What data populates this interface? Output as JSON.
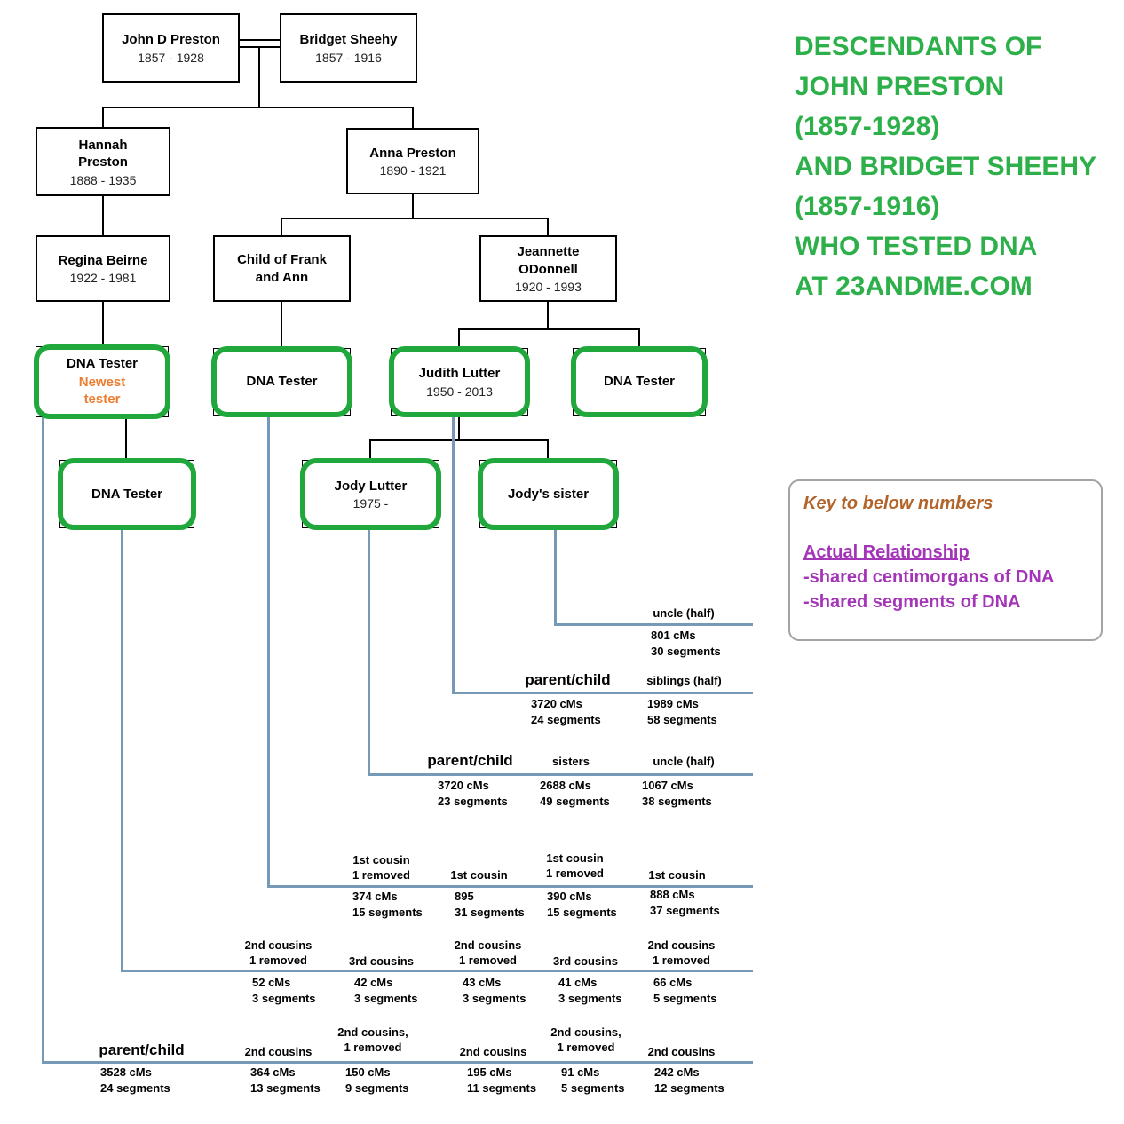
{
  "title": {
    "text": "DESCENDANTS OF\nJOHN PRESTON\n(1857-1928)\nAND BRIDGET SHEEHY\n(1857-1916)\nWHO TESTED DNA\nAT 23ANDME.COM",
    "color": "#2db04a"
  },
  "key": {
    "heading": "Key to below numbers",
    "relationship": "Actual Relationship",
    "items": [
      "-shared centimorgans of DNA",
      "-shared segments of DNA"
    ],
    "heading_color": "#b2652b",
    "text_color": "#a435b8"
  },
  "people": [
    {
      "name": "John D Preston",
      "dates": "1857 - 1928"
    },
    {
      "name": "Bridget Sheehy",
      "dates": "1857 - 1916"
    },
    {
      "name": "Hannah\nPreston",
      "dates": "1888 - 1935"
    },
    {
      "name": "Anna Preston",
      "dates": "1890 - 1921"
    },
    {
      "name": "Regina Beirne",
      "dates": "1922 - 1981"
    },
    {
      "name": "Child of Frank\nand Ann",
      "dates": ""
    },
    {
      "name": "Jeannette\nODonnell",
      "dates": "1920 - 1993"
    },
    {
      "name": "DNA Tester",
      "note": "Newest\ntester"
    },
    {
      "name": "DNA Tester"
    },
    {
      "name": "Judith Lutter",
      "dates": "1950 - 2013"
    },
    {
      "name": "DNA Tester"
    },
    {
      "name": "DNA Tester"
    },
    {
      "name": "Jody Lutter",
      "dates": "1975 -"
    },
    {
      "name": "Jody's sister"
    }
  ],
  "relations": {
    "rows": [
      {
        "items": [
          {
            "label": "uncle (half)",
            "cms": "801 cMs",
            "segments": "30 segments"
          }
        ]
      },
      {
        "items": [
          {
            "label": "parent/child",
            "cms": "3720 cMs",
            "segments": "24 segments"
          },
          {
            "label": "siblings (half)",
            "cms": "1989 cMs",
            "segments": "58 segments"
          }
        ]
      },
      {
        "items": [
          {
            "label": "parent/child",
            "cms": "3720 cMs",
            "segments": "23 segments"
          },
          {
            "label": "sisters",
            "cms": "2688 cMs",
            "segments": "49 segments"
          },
          {
            "label": "uncle (half)",
            "cms": "1067 cMs",
            "segments": "38 segments"
          }
        ]
      },
      {
        "items": [
          {
            "label": "1st cousin\n1 removed",
            "cms": "374 cMs",
            "segments": "15 segments"
          },
          {
            "label": "1st cousin",
            "cms": "895",
            "segments": "31 segments"
          },
          {
            "label": "1st cousin\n1 removed",
            "cms": "390 cMs",
            "segments": "15 segments"
          },
          {
            "label": "1st cousin",
            "cms": "888 cMs",
            "segments": "37 segments"
          }
        ]
      },
      {
        "items": [
          {
            "label": "2nd cousins\n1 removed",
            "cms": "52 cMs",
            "segments": "3 segments"
          },
          {
            "label": "3rd cousins",
            "cms": "42 cMs",
            "segments": "3 segments"
          },
          {
            "label": "2nd cousins\n1 removed",
            "cms": "43 cMs",
            "segments": "3 segments"
          },
          {
            "label": "3rd cousins",
            "cms": "41 cMs",
            "segments": "3 segments"
          },
          {
            "label": "2nd cousins\n1 removed",
            "cms": "66 cMs",
            "segments": "5 segments"
          }
        ]
      },
      {
        "items": [
          {
            "label": "parent/child",
            "cms": "3528 cMs",
            "segments": "24 segments"
          },
          {
            "label": "2nd cousins",
            "cms": "364 cMs",
            "segments": "13 segments"
          },
          {
            "label": "2nd cousins,\n1 removed",
            "cms": "150 cMs",
            "segments": "9 segments"
          },
          {
            "label": "2nd cousins",
            "cms": "195 cMs",
            "segments": "11 segments"
          },
          {
            "label": "2nd cousins,\n1 removed",
            "cms": "91 cMs",
            "segments": "5 segments"
          },
          {
            "label": "2nd cousins",
            "cms": "242 cMs",
            "segments": "12 segments"
          }
        ]
      }
    ]
  },
  "colors": {
    "tester_border_green": "#21a83c",
    "title_green": "#2db04a",
    "relationship_line_blue": "#7599b6",
    "newest_tester_orange": "#ed7d31",
    "key_purple": "#a435b8",
    "key_brown": "#b2652b"
  }
}
